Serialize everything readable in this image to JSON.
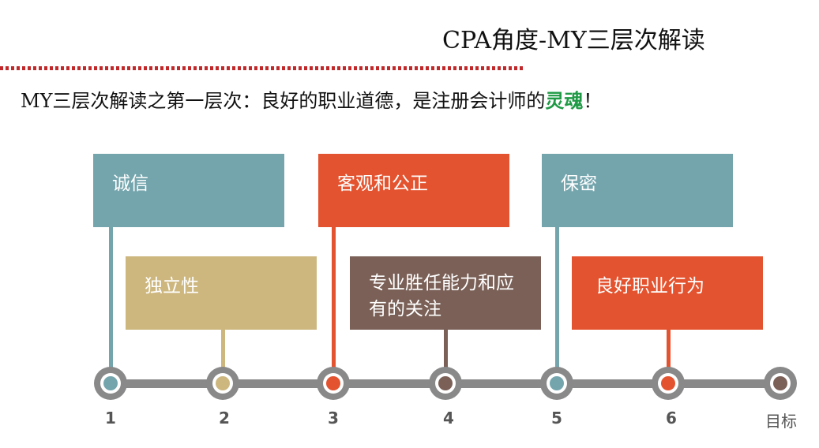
{
  "slide": {
    "title": "CPA角度-MY三层次解读",
    "subtitle_pre": "MY三层次解读之第一层次：良好的职业道德，是注册会计师的",
    "subtitle_highlight": "灵魂",
    "subtitle_post": "！"
  },
  "colors": {
    "teal": "#74a5ad",
    "tan": "#cdb77f",
    "orange": "#e4532f",
    "brown": "#7a6057",
    "gray": "#898989"
  },
  "items": [
    {
      "label": "诚信",
      "num": "1"
    },
    {
      "label": "独立性",
      "num": "2"
    },
    {
      "label": "客观和公正",
      "num": "3"
    },
    {
      "label": "专业胜任能力和应有的关注",
      "num": "4"
    },
    {
      "label": "保密",
      "num": "5"
    },
    {
      "label": "良好职业行为",
      "num": "6"
    }
  ],
  "goal": "目标"
}
